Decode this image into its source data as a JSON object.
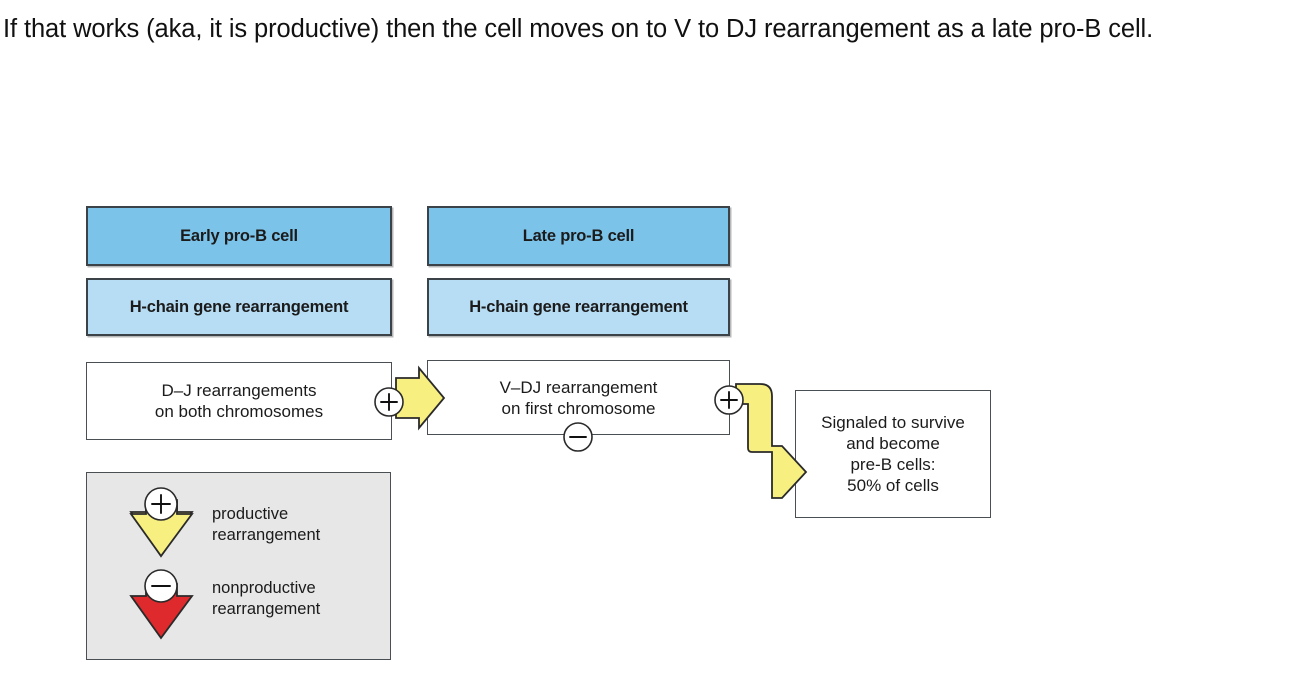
{
  "caption": "If that works (aka, it is productive) then the cell moves on to V to DJ rearrangement as a late pro-B cell.",
  "figure": {
    "columns": [
      {
        "stage_label": "Early pro-B cell",
        "subtitle_label": "H-chain gene rearrangement",
        "event_label": "D–J rearrangements\non both chromosomes",
        "stage_color": "#7cc3ea",
        "subtitle_color": "#b6ddf4"
      },
      {
        "stage_label": "Late pro-B cell",
        "subtitle_label": "H-chain gene rearrangement",
        "event_label": "V–DJ rearrangement\non first chromosome",
        "stage_color": "#7cc3ea",
        "subtitle_color": "#b6ddf4"
      }
    ],
    "outcome_label": "Signaled to survive\nand become\npre-B cells:\n50% of cells",
    "signs": {
      "productive": "+",
      "nonproductive": "−"
    },
    "legend": {
      "items": [
        {
          "sign": "+",
          "label": "productive\nrearrangement",
          "color": "#f7ef7f"
        },
        {
          "sign": "−",
          "label": "nonproductive\nrearrangement",
          "color": "#de2a2c"
        }
      ],
      "background": "#e7e7e7"
    }
  }
}
